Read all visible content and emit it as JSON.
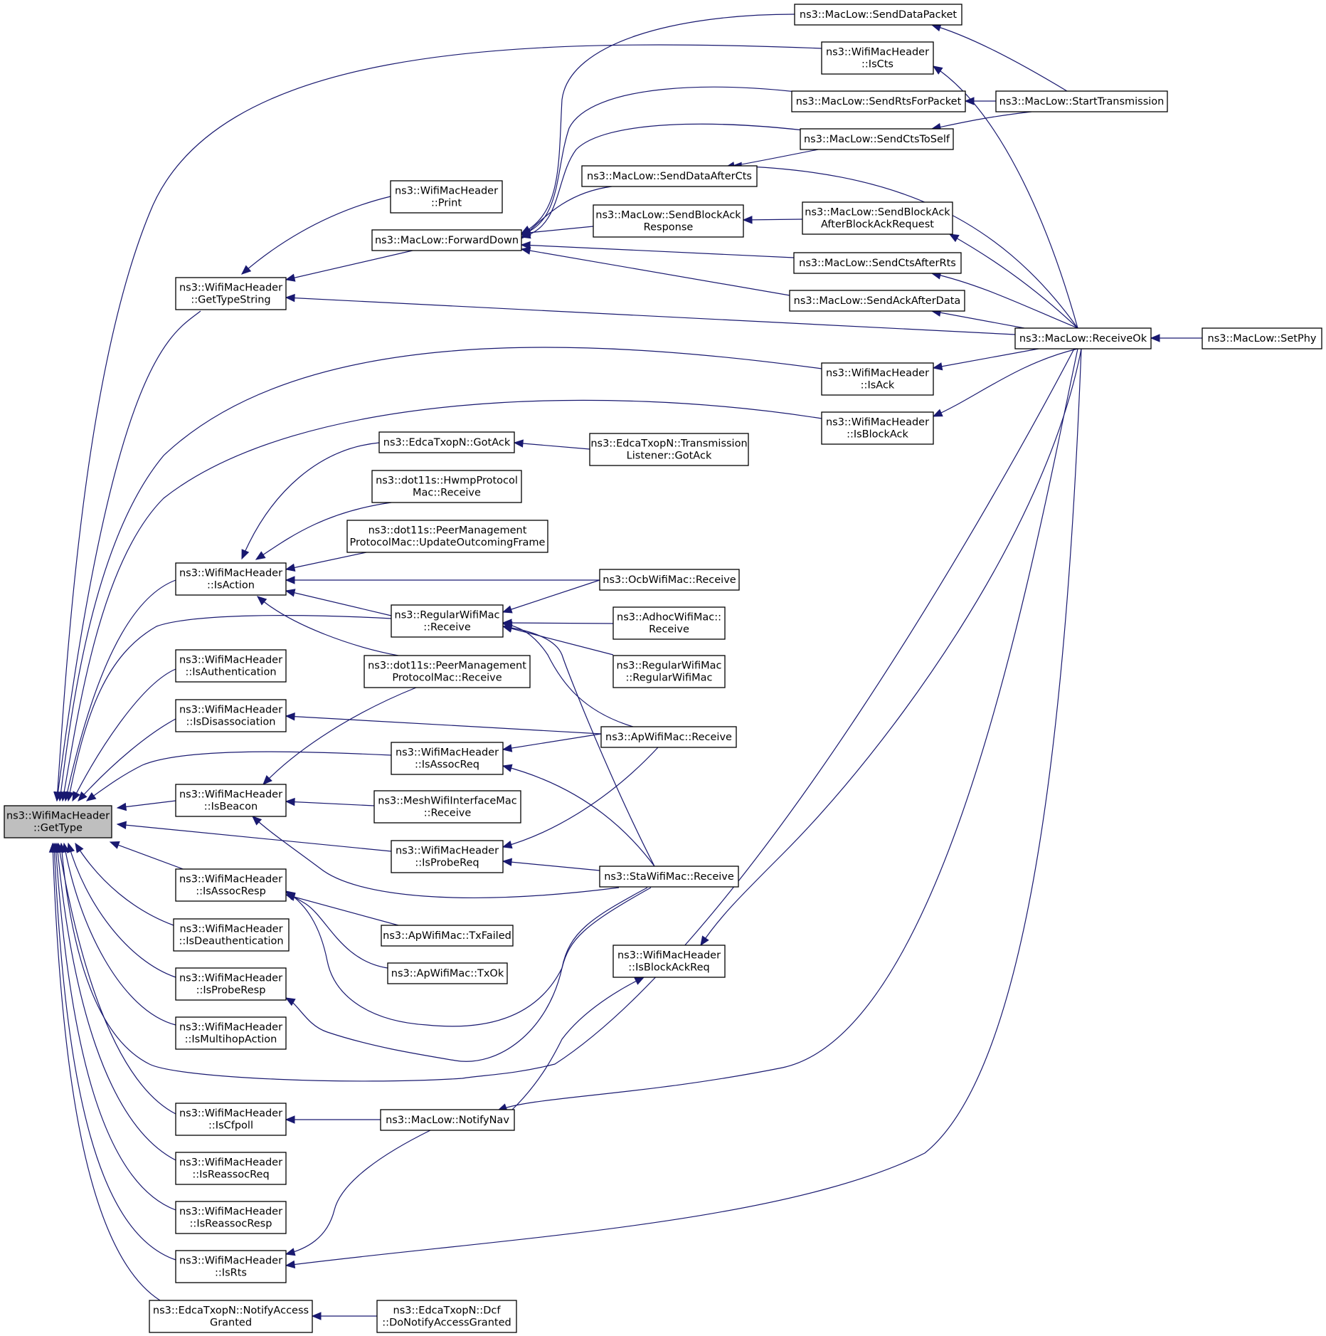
{
  "diagram": {
    "type": "call-graph",
    "colors": {
      "edge": "#191970",
      "root_fill": "#bfbfbf",
      "node_fill": "#ffffff",
      "node_border": "#000000"
    },
    "nodes": [
      {
        "id": "gettype",
        "lines": [
          "ns3::WifiMacHeader",
          "::GetType"
        ]
      },
      {
        "id": "getTypeString",
        "lines": [
          "ns3::WifiMacHeader",
          "::GetTypeString"
        ]
      },
      {
        "id": "print",
        "lines": [
          "ns3::WifiMacHeader",
          "::Print"
        ]
      },
      {
        "id": "forwardDown",
        "lines": [
          "ns3::MacLow::ForwardDown"
        ]
      },
      {
        "id": "sendDataPacket",
        "lines": [
          "ns3::MacLow::SendDataPacket"
        ]
      },
      {
        "id": "isCts",
        "lines": [
          "ns3::WifiMacHeader",
          "::IsCts"
        ]
      },
      {
        "id": "sendRtsForPacket",
        "lines": [
          "ns3::MacLow::SendRtsForPacket"
        ]
      },
      {
        "id": "startTransmission",
        "lines": [
          "ns3::MacLow::StartTransmission"
        ]
      },
      {
        "id": "sendCtsToSelf",
        "lines": [
          "ns3::MacLow::SendCtsToSelf"
        ]
      },
      {
        "id": "sendDataAfterCts",
        "lines": [
          "ns3::MacLow::SendDataAfterCts"
        ]
      },
      {
        "id": "sendBlockAckResponse",
        "lines": [
          "ns3::MacLow::SendBlockAck",
          "Response"
        ]
      },
      {
        "id": "sendBlockAckAfterBAR",
        "lines": [
          "ns3::MacLow::SendBlockAck",
          "AfterBlockAckRequest"
        ]
      },
      {
        "id": "sendCtsAfterRts",
        "lines": [
          "ns3::MacLow::SendCtsAfterRts"
        ]
      },
      {
        "id": "sendAckAfterData",
        "lines": [
          "ns3::MacLow::SendAckAfterData"
        ]
      },
      {
        "id": "receiveOk",
        "lines": [
          "ns3::MacLow::ReceiveOk"
        ]
      },
      {
        "id": "setPhy",
        "lines": [
          "ns3::MacLow::SetPhy"
        ]
      },
      {
        "id": "isAck",
        "lines": [
          "ns3::WifiMacHeader",
          "::IsAck"
        ]
      },
      {
        "id": "isBlockAck",
        "lines": [
          "ns3::WifiMacHeader",
          "::IsBlockAck"
        ]
      },
      {
        "id": "edcaGotAck",
        "lines": [
          "ns3::EdcaTxopN::GotAck"
        ]
      },
      {
        "id": "transListenerGotAck",
        "lines": [
          "ns3::EdcaTxopN::Transmission",
          "Listener::GotAck"
        ]
      },
      {
        "id": "hwmpReceive",
        "lines": [
          "ns3::dot11s::HwmpProtocol",
          "Mac::Receive"
        ]
      },
      {
        "id": "peerUpdateOutgoing",
        "lines": [
          "ns3::dot11s::PeerManagement",
          "ProtocolMac::UpdateOutcomingFrame"
        ]
      },
      {
        "id": "isAction",
        "lines": [
          "ns3::WifiMacHeader",
          "::IsAction"
        ]
      },
      {
        "id": "ocbReceive",
        "lines": [
          "ns3::OcbWifiMac::Receive"
        ]
      },
      {
        "id": "regularReceive",
        "lines": [
          "ns3::RegularWifiMac",
          "::Receive"
        ]
      },
      {
        "id": "adhocReceive",
        "lines": [
          "ns3::AdhocWifiMac::",
          "Receive"
        ]
      },
      {
        "id": "regularCtor",
        "lines": [
          "ns3::RegularWifiMac",
          "::RegularWifiMac"
        ]
      },
      {
        "id": "isAuthentication",
        "lines": [
          "ns3::WifiMacHeader",
          "::IsAuthentication"
        ]
      },
      {
        "id": "peerReceive",
        "lines": [
          "ns3::dot11s::PeerManagement",
          "ProtocolMac::Receive"
        ]
      },
      {
        "id": "isDisassociation",
        "lines": [
          "ns3::WifiMacHeader",
          "::IsDisassociation"
        ]
      },
      {
        "id": "apReceive",
        "lines": [
          "ns3::ApWifiMac::Receive"
        ]
      },
      {
        "id": "isAssocReq",
        "lines": [
          "ns3::WifiMacHeader",
          "::IsAssocReq"
        ]
      },
      {
        "id": "isBeacon",
        "lines": [
          "ns3::WifiMacHeader",
          "::IsBeacon"
        ]
      },
      {
        "id": "meshReceive",
        "lines": [
          "ns3::MeshWifiInterfaceMac",
          "::Receive"
        ]
      },
      {
        "id": "isProbeReq",
        "lines": [
          "ns3::WifiMacHeader",
          "::IsProbeReq"
        ]
      },
      {
        "id": "staReceive",
        "lines": [
          "ns3::StaWifiMac::Receive"
        ]
      },
      {
        "id": "isAssocResp",
        "lines": [
          "ns3::WifiMacHeader",
          "::IsAssocResp"
        ]
      },
      {
        "id": "apTxFailed",
        "lines": [
          "ns3::ApWifiMac::TxFailed"
        ]
      },
      {
        "id": "isDeauth",
        "lines": [
          "ns3::WifiMacHeader",
          "::IsDeauthentication"
        ]
      },
      {
        "id": "apTxOk",
        "lines": [
          "ns3::ApWifiMac::TxOk"
        ]
      },
      {
        "id": "isBlockAckReq",
        "lines": [
          "ns3::WifiMacHeader",
          "::IsBlockAckReq"
        ]
      },
      {
        "id": "isProbeResp",
        "lines": [
          "ns3::WifiMacHeader",
          "::IsProbeResp"
        ]
      },
      {
        "id": "isMultihop",
        "lines": [
          "ns3::WifiMacHeader",
          "::IsMultihopAction"
        ]
      },
      {
        "id": "isCfpoll",
        "lines": [
          "ns3::WifiMacHeader",
          "::IsCfpoll"
        ]
      },
      {
        "id": "notifyNav",
        "lines": [
          "ns3::MacLow::NotifyNav"
        ]
      },
      {
        "id": "isReassocReq",
        "lines": [
          "ns3::WifiMacHeader",
          "::IsReassocReq"
        ]
      },
      {
        "id": "isReassocResp",
        "lines": [
          "ns3::WifiMacHeader",
          "::IsReassocResp"
        ]
      },
      {
        "id": "isRts",
        "lines": [
          "ns3::WifiMacHeader",
          "::IsRts"
        ]
      },
      {
        "id": "notifyAccessGranted",
        "lines": [
          "ns3::EdcaTxopN::NotifyAccess",
          "Granted"
        ]
      },
      {
        "id": "dcfNotify",
        "lines": [
          "ns3::EdcaTxopN::Dcf",
          "::DoNotifyAccessGranted"
        ]
      }
    ],
    "edges": [
      {
        "target": "gettype",
        "source": "getTypeString"
      },
      {
        "target": "gettype",
        "source": "isCts"
      },
      {
        "target": "gettype",
        "source": "isAck"
      },
      {
        "target": "gettype",
        "source": "isBlockAck"
      },
      {
        "target": "gettype",
        "source": "isAction"
      },
      {
        "target": "gettype",
        "source": "regularReceive"
      },
      {
        "target": "gettype",
        "source": "isAuthentication"
      },
      {
        "target": "gettype",
        "source": "isDisassociation"
      },
      {
        "target": "gettype",
        "source": "isAssocReq"
      },
      {
        "target": "gettype",
        "source": "isBeacon"
      },
      {
        "target": "gettype",
        "source": "isProbeReq"
      },
      {
        "target": "gettype",
        "source": "isAssocResp"
      },
      {
        "target": "gettype",
        "source": "isDeauth"
      },
      {
        "target": "gettype",
        "source": "isProbeResp"
      },
      {
        "target": "gettype",
        "source": "isMultihop"
      },
      {
        "target": "gettype",
        "source": "receiveOk"
      },
      {
        "target": "gettype",
        "source": "isCfpoll"
      },
      {
        "target": "gettype",
        "source": "isReassocReq"
      },
      {
        "target": "gettype",
        "source": "isReassocResp"
      },
      {
        "target": "gettype",
        "source": "isRts"
      },
      {
        "target": "gettype",
        "source": "notifyAccessGranted"
      },
      {
        "target": "getTypeString",
        "source": "print"
      },
      {
        "target": "getTypeString",
        "source": "forwardDown"
      },
      {
        "target": "getTypeString",
        "source": "receiveOk"
      },
      {
        "target": "forwardDown",
        "source": "sendDataPacket"
      },
      {
        "target": "forwardDown",
        "source": "sendRtsForPacket"
      },
      {
        "target": "forwardDown",
        "source": "sendCtsToSelf"
      },
      {
        "target": "forwardDown",
        "source": "sendDataAfterCts"
      },
      {
        "target": "forwardDown",
        "source": "sendBlockAckResponse"
      },
      {
        "target": "forwardDown",
        "source": "sendCtsAfterRts"
      },
      {
        "target": "forwardDown",
        "source": "sendAckAfterData"
      },
      {
        "target": "sendDataPacket",
        "source": "startTransmission"
      },
      {
        "target": "sendRtsForPacket",
        "source": "startTransmission"
      },
      {
        "target": "sendCtsToSelf",
        "source": "startTransmission"
      },
      {
        "target": "isCts",
        "source": "receiveOk"
      },
      {
        "target": "sendDataAfterCts",
        "source": "sendCtsToSelf"
      },
      {
        "target": "sendDataAfterCts",
        "source": "receiveOk"
      },
      {
        "target": "sendBlockAckResponse",
        "source": "sendBlockAckAfterBAR"
      },
      {
        "target": "sendBlockAckAfterBAR",
        "source": "receiveOk"
      },
      {
        "target": "sendCtsAfterRts",
        "source": "receiveOk"
      },
      {
        "target": "sendAckAfterData",
        "source": "receiveOk"
      },
      {
        "target": "receiveOk",
        "source": "setPhy"
      },
      {
        "target": "isAck",
        "source": "receiveOk"
      },
      {
        "target": "isBlockAck",
        "source": "receiveOk"
      },
      {
        "target": "isBlockAckReq",
        "source": "receiveOk"
      },
      {
        "target": "edcaGotAck",
        "source": "transListenerGotAck"
      },
      {
        "target": "isAction",
        "source": "edcaGotAck"
      },
      {
        "target": "isAction",
        "source": "hwmpReceive"
      },
      {
        "target": "isAction",
        "source": "peerUpdateOutgoing"
      },
      {
        "target": "isAction",
        "source": "ocbReceive"
      },
      {
        "target": "isAction",
        "source": "regularReceive"
      },
      {
        "target": "isAction",
        "source": "peerReceive"
      },
      {
        "target": "regularReceive",
        "source": "ocbReceive"
      },
      {
        "target": "regularReceive",
        "source": "adhocReceive"
      },
      {
        "target": "regularReceive",
        "source": "regularCtor"
      },
      {
        "target": "regularReceive",
        "source": "apReceive"
      },
      {
        "target": "regularReceive",
        "source": "staReceive"
      },
      {
        "target": "isDisassociation",
        "source": "apReceive"
      },
      {
        "target": "isAssocReq",
        "source": "apReceive"
      },
      {
        "target": "isAssocReq",
        "source": "staReceive"
      },
      {
        "target": "isBeacon",
        "source": "peerReceive"
      },
      {
        "target": "isBeacon",
        "source": "meshReceive"
      },
      {
        "target": "isBeacon",
        "source": "staReceive"
      },
      {
        "target": "isProbeReq",
        "source": "apReceive"
      },
      {
        "target": "isProbeReq",
        "source": "staReceive"
      },
      {
        "target": "isAssocResp",
        "source": "apTxFailed"
      },
      {
        "target": "isAssocResp",
        "source": "apTxOk"
      },
      {
        "target": "isAssocResp",
        "source": "staReceive"
      },
      {
        "target": "isProbeResp",
        "source": "staReceive"
      },
      {
        "target": "isCfpoll",
        "source": "notifyNav"
      },
      {
        "target": "notifyNav",
        "source": "receiveOk"
      },
      {
        "target": "isRts",
        "source": "notifyNav"
      },
      {
        "target": "isRts",
        "source": "receiveOk"
      },
      {
        "target": "isBlockAckReq",
        "source": "notifyNav"
      },
      {
        "target": "notifyAccessGranted",
        "source": "dcfNotify"
      }
    ]
  }
}
